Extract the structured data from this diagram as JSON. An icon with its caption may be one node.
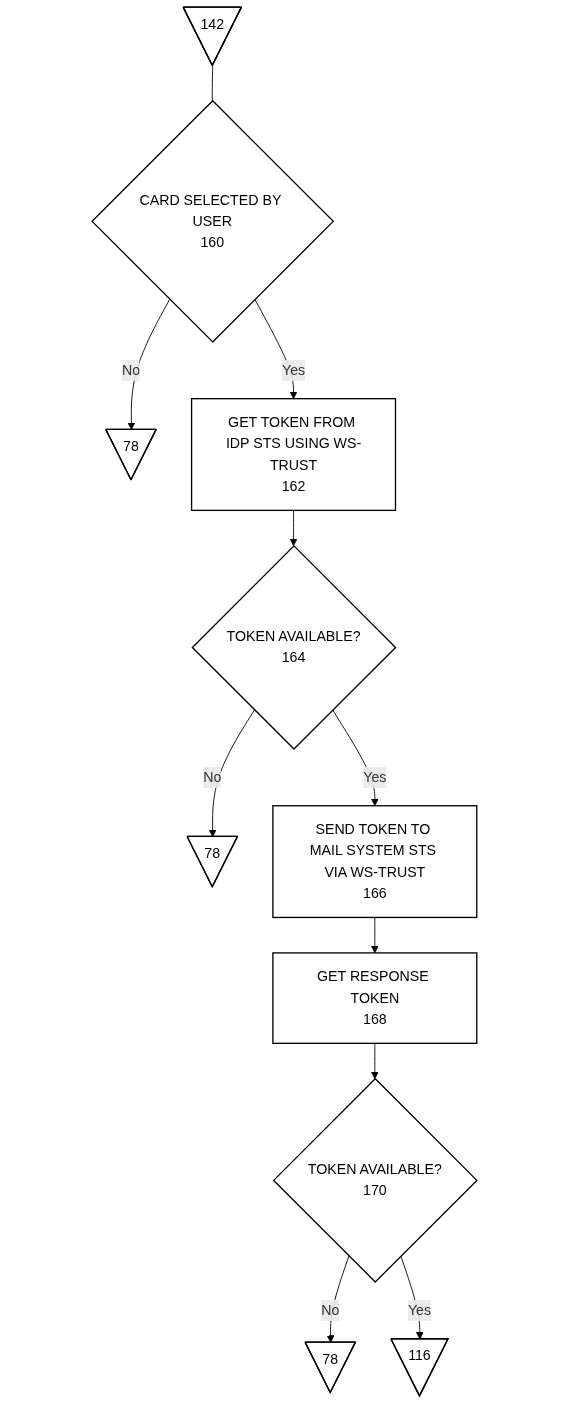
{
  "diagram": {
    "nodes": [
      {
        "text": [
          "142"
        ]
      },
      {
        "text": [
          "CARD SELECTED BY USER",
          "160"
        ]
      },
      {
        "text": [
          "78"
        ]
      },
      {
        "text": [
          "GET TOKEN FROM IDP STS USING WS-TRUST",
          "162"
        ]
      },
      {
        "text": [
          "TOKEN AVAILABLE?",
          "164"
        ]
      },
      {
        "text": [
          "78"
        ]
      },
      {
        "text": [
          "SEND TOKEN TO MAIL SYSTEM STS VIA WS-TRUST",
          "166"
        ]
      },
      {
        "text": [
          "GET RESPONSE TOKEN",
          "168"
        ]
      },
      {
        "text": [
          "TOKEN AVAILABLE?",
          "170"
        ]
      },
      {
        "text": [
          "78"
        ]
      },
      {
        "text": [
          "116"
        ]
      }
    ],
    "edges": [
      {
        "from": 0,
        "to": 1,
        "arrow": "none"
      },
      {
        "from": 1,
        "to": 2,
        "arrow": "to",
        "label": "No"
      },
      {
        "from": 1,
        "to": 3,
        "arrow": "to",
        "label": "Yes"
      },
      {
        "from": 3,
        "to": 4,
        "arrow": "to"
      },
      {
        "from": 4,
        "to": 5,
        "arrow": "to",
        "label": "No"
      },
      {
        "from": 4,
        "to": 6,
        "arrow": "to",
        "label": "Yes"
      },
      {
        "from": 6,
        "to": 7,
        "arrow": "to"
      },
      {
        "from": 7,
        "to": 8,
        "arrow": "to"
      },
      {
        "from": 8,
        "to": 9,
        "arrow": "to",
        "label": "No"
      },
      {
        "from": 8,
        "to": 10,
        "arrow": "to",
        "label": "Yes"
      }
    ]
  }
}
